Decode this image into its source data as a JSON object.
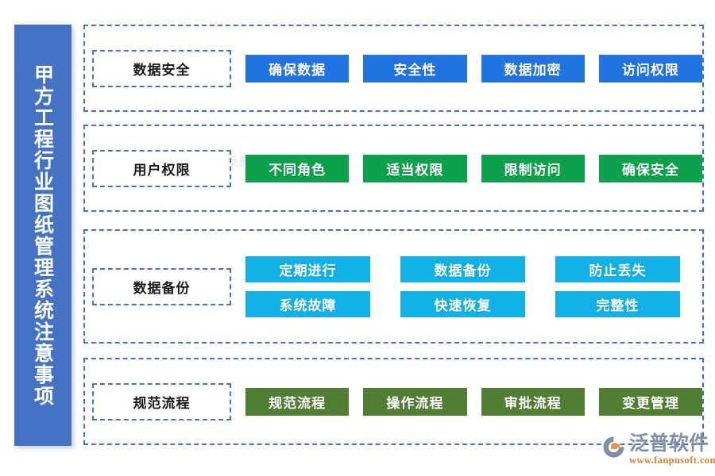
{
  "sidebar": {
    "title": "甲方工程行业图纸管理系统注意事项",
    "color": "#4472C4"
  },
  "sections": [
    {
      "label": "数据安全",
      "accent": "#2273E2",
      "layout": "single-row",
      "items": [
        "确保数据",
        "安全性",
        "数据加密",
        "访问权限"
      ]
    },
    {
      "label": "用户权限",
      "accent": "#0CA14A",
      "layout": "single-row",
      "items": [
        "不同角色",
        "适当权限",
        "限制访问",
        "确保安全"
      ]
    },
    {
      "label": "数据备份",
      "accent": "#11B1E8",
      "layout": "two-row",
      "rows": [
        [
          "定期进行",
          "数据备份",
          "防止丢失"
        ],
        [
          "系统故障",
          "快速恢复",
          "完整性"
        ]
      ]
    },
    {
      "label": "规范流程",
      "accent": "#507E32",
      "layout": "single-row",
      "items": [
        "规范流程",
        "操作流程",
        "审批流程",
        "变更管理"
      ]
    }
  ],
  "logo": {
    "name": "泛普软件",
    "url": "www.fanpusoft.com",
    "name_color": "#8290A4",
    "url_color": "#D98032"
  },
  "watermark": {
    "name": "泛普软件"
  }
}
